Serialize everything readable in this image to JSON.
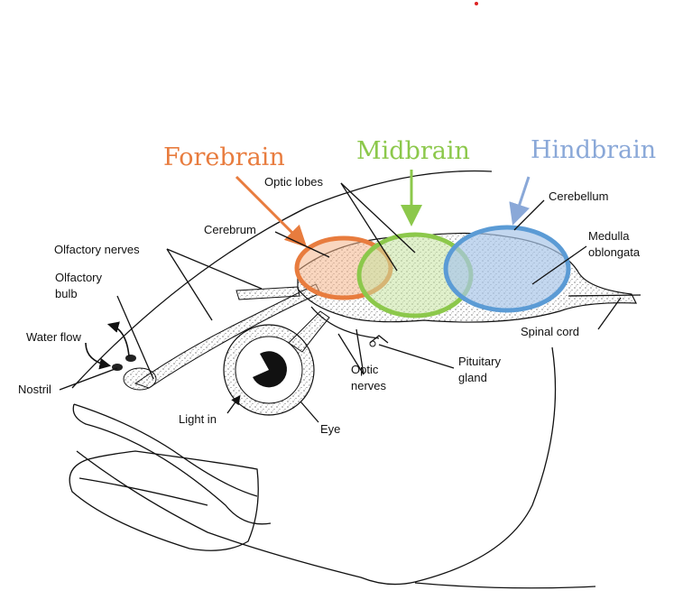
{
  "regions": {
    "forebrain": {
      "label": "Forebrain",
      "color": "#E87C3E",
      "fill": "#F4B48A"
    },
    "midbrain": {
      "label": "Midbrain",
      "color": "#8CC84B",
      "fill": "#C6E4A0"
    },
    "hindbrain": {
      "label": "Hindbrain",
      "color": "#8AA8D8",
      "ring": "#5B9BD5",
      "fill": "#A9C6E8"
    }
  },
  "labels": {
    "optic_lobes": "Optic lobes",
    "cerebellum": "Cerebellum",
    "cerebrum": "Cerebrum",
    "medulla_line1": "Medulla",
    "medulla_line2": "oblongata",
    "olfactory_nerves": "Olfactory nerves",
    "olfactory_bulb_line1": "Olfactory",
    "olfactory_bulb_line2": "bulb",
    "water_flow": "Water flow",
    "nostril": "Nostril",
    "spinal_cord": "Spinal cord",
    "pituitary_line1": "Pituitary",
    "pituitary_line2": "gland",
    "optic_nerves_line1": "Optic",
    "optic_nerves_line2": "nerves",
    "light_in": "Light in",
    "eye": "Eye"
  }
}
